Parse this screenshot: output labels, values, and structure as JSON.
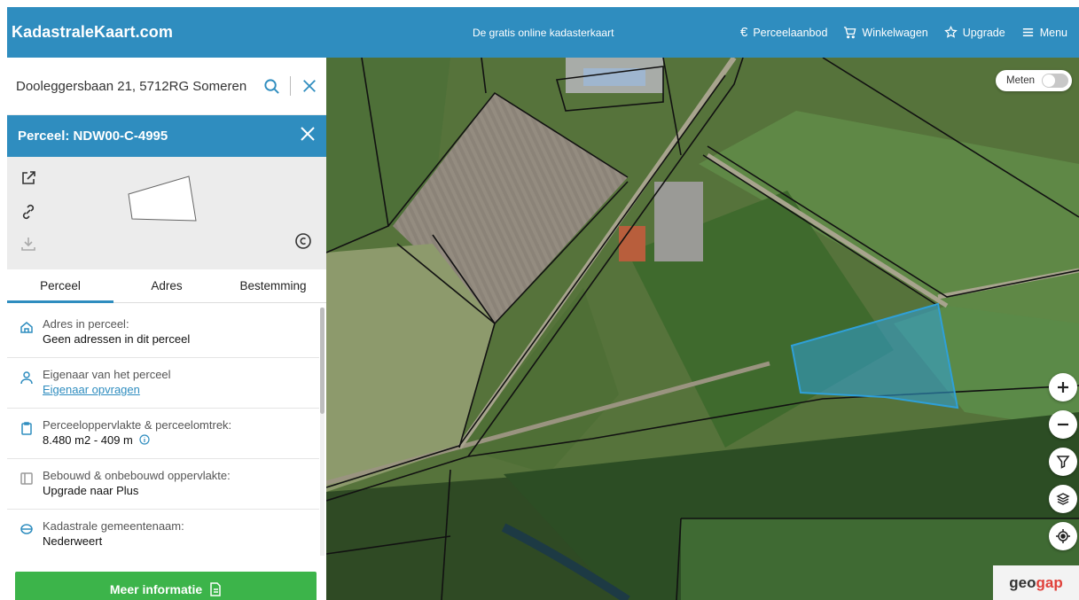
{
  "header": {
    "brand": "KadastraleKaart.com",
    "tagline": "De gratis online kadasterkaart",
    "nav": [
      {
        "label": "Perceelaanbod",
        "icon": "euro-icon"
      },
      {
        "label": "Winkelwagen",
        "icon": "cart-icon"
      },
      {
        "label": "Upgrade",
        "icon": "star-icon"
      },
      {
        "label": "Menu",
        "icon": "hamburger-icon"
      }
    ]
  },
  "search": {
    "value": "Dooleggersbaan 21, 5712RG Someren"
  },
  "parcel": {
    "title": "Perceel: NDW00-C-4995"
  },
  "tabs": [
    "Perceel",
    "Adres",
    "Bestemming"
  ],
  "info": [
    {
      "label": "Adres in perceel:",
      "value": "Geen adressen in dit perceel"
    },
    {
      "label": "Eigenaar van het perceel",
      "value": "Eigenaar opvragen"
    },
    {
      "label": "Perceeloppervlakte & perceelomtrek:",
      "value": "8.480 m2 - 409 m"
    },
    {
      "label": "Bebouwd & onbebouwd oppervlakte:",
      "value": "Upgrade naar Plus"
    },
    {
      "label": "Kadastrale gemeentenaam:",
      "value": "Nederweert"
    }
  ],
  "more_button": "Meer informatie",
  "map": {
    "meten_label": "Meten",
    "attribution_prefix": "geo",
    "attribution_suffix": "gap",
    "highlight_color": "#2fa0d8"
  },
  "colors": {
    "primary": "#2f8dbf",
    "button_green": "#3cb44a"
  }
}
